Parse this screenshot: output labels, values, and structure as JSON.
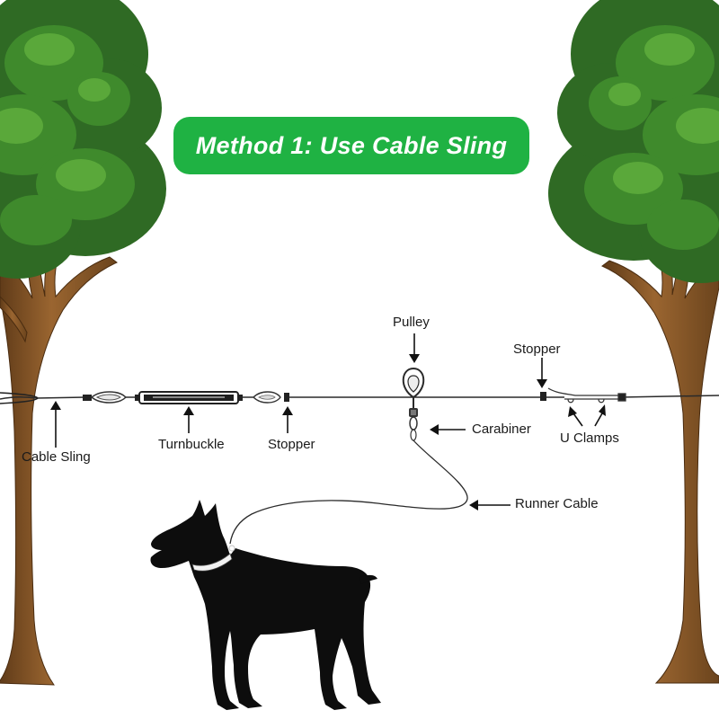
{
  "title": "Method 1: Use Cable Sling",
  "labels": {
    "cable_sling": "Cable Sling",
    "turnbuckle": "Turnbuckle",
    "stopper_left": "Stopper",
    "pulley": "Pulley",
    "carabiner": "Carabiner",
    "stopper_right": "Stopper",
    "u_clamps": "U Clamps",
    "runner_cable": "Runner Cable"
  },
  "colors": {
    "title_bg": "#1fb243",
    "foliage_dark": "#2f6a24",
    "foliage_mid": "#3f8a2c",
    "foliage_light": "#5aa83a",
    "trunk": "#8a5a2b",
    "trunk_dark": "#5e3a18",
    "cable": "#2a2a2a",
    "dog": "#0d0d0d"
  }
}
